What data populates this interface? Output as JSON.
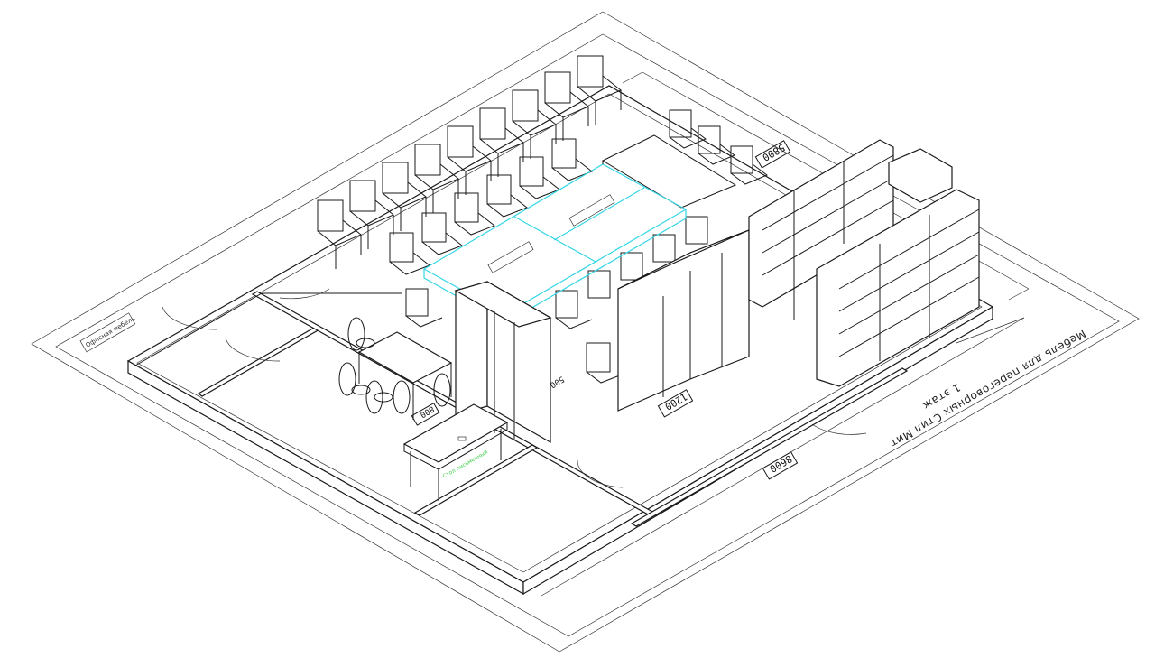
{
  "drawing": {
    "title": "Мебель для переговорных Стил Мит",
    "subtitle": "1 этаж",
    "logo_text": "Офисная мебель"
  },
  "dimensions": {
    "room_width": "5800",
    "room_length": "8600",
    "cabinet_block": "1200",
    "table_small": "800",
    "cabinet_side": "500"
  },
  "labels": {
    "desk_tag": "Стол письменный"
  },
  "colors": {
    "line": "#1a1a1a",
    "conference_table_highlight": "#35d6e6",
    "accent_label": "#3fd14a",
    "background": "#ffffff"
  },
  "objects": [
    "conference-table",
    "meeting-chairs",
    "wardrobe-cabinets",
    "open-shelving-units",
    "small-meeting-table",
    "round-back-chairs",
    "writing-desk",
    "door-swings"
  ]
}
